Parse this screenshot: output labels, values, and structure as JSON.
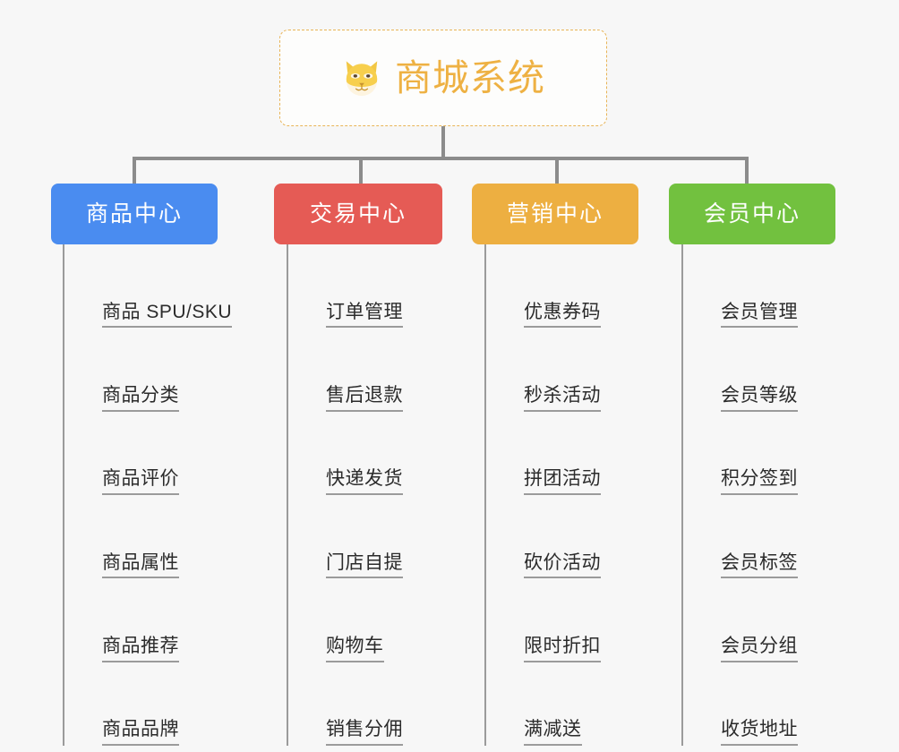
{
  "background_color": "#f7f7f7",
  "root": {
    "title": "商城系统",
    "icon": "shiba-dog-face-icon",
    "text_color": "#eeb143",
    "border_color": "#e8b457",
    "fill_color": "#fdfdfc"
  },
  "connector_color": "#8c8c8c",
  "leaf_line_color": "#9b9b9b",
  "categories": [
    {
      "label": "商品中心",
      "color": "#4a8cf0",
      "items": [
        "商品 SPU/SKU",
        "商品分类",
        "商品评价",
        "商品属性",
        "商品推荐",
        "商品品牌"
      ]
    },
    {
      "label": "交易中心",
      "color": "#e55b55",
      "items": [
        "订单管理",
        "售后退款",
        "快递发货",
        "门店自提",
        "购物车",
        "销售分佣"
      ]
    },
    {
      "label": "营销中心",
      "color": "#edaf41",
      "items": [
        "优惠券码",
        "秒杀活动",
        "拼团活动",
        "砍价活动",
        "限时折扣",
        "满减送"
      ]
    },
    {
      "label": "会员中心",
      "color": "#72c13f",
      "items": [
        "会员管理",
        "会员等级",
        "积分签到",
        "会员标签",
        "会员分组",
        "收货地址"
      ]
    }
  ]
}
